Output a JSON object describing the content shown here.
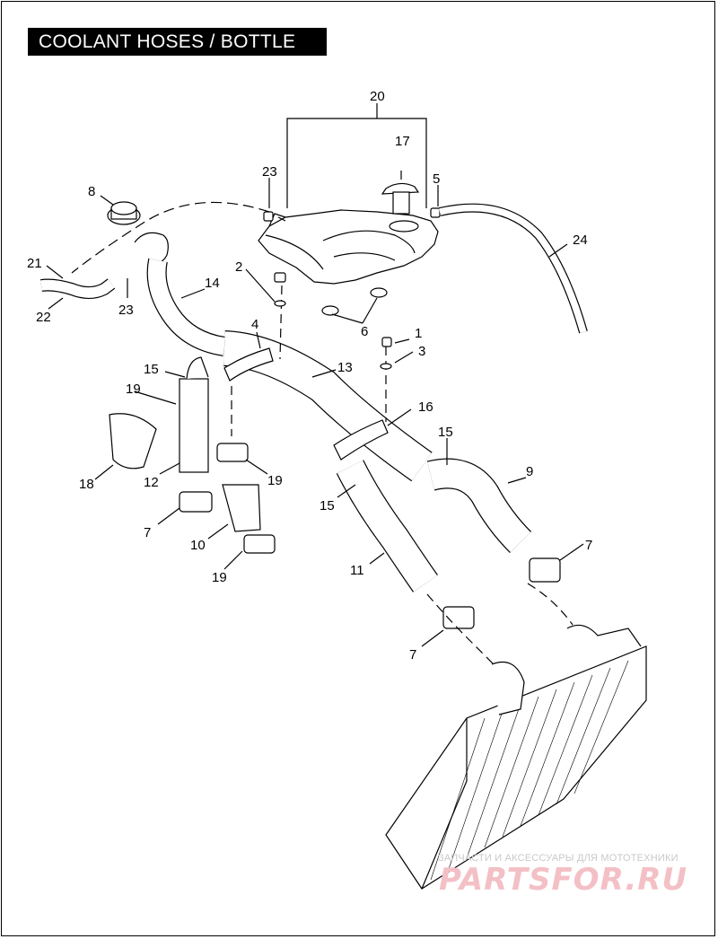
{
  "title": "COOLANT HOSES / BOTTLE",
  "callouts": [
    "20",
    "17",
    "23",
    "5",
    "8",
    "24",
    "21",
    "22",
    "23",
    "2",
    "14",
    "6",
    "4",
    "1",
    "3",
    "15",
    "19",
    "13",
    "16",
    "18",
    "12",
    "19",
    "15",
    "9",
    "15",
    "7",
    "10",
    "19",
    "11",
    "7",
    "7"
  ],
  "watermark": {
    "caption": "ЗАПЧАСТИ И АКСЕССУАРЫ ДЛЯ МОТОТЕХНИКИ",
    "logo": "PARTSFOR.RU"
  },
  "colors": {
    "line": "#000000",
    "fill": "#ffffff",
    "shade": "#d9d9d9",
    "watermark": "#f3c0c6"
  }
}
